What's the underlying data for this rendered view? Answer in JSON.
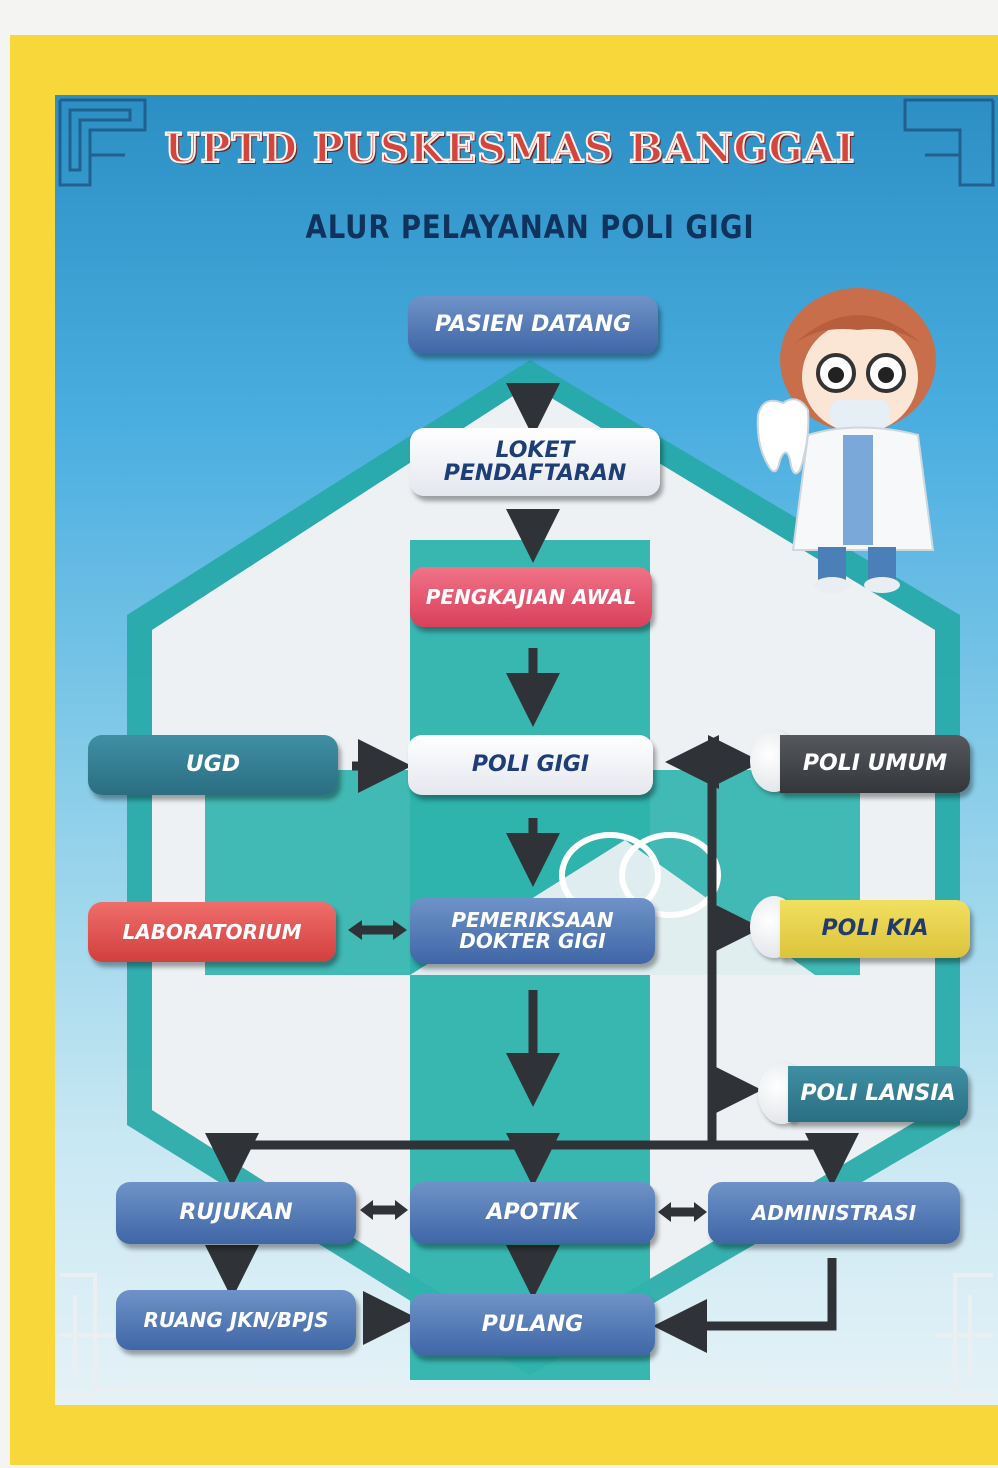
{
  "header": {
    "title": "UPTD PUSKESMAS BANGGAI",
    "subtitle": "ALUR  PELAYANAN  POLI  GIGI"
  },
  "nodes": {
    "pasien_datang": "PASIEN DATANG",
    "loket_line1": "LOKET",
    "loket_line2": "PENDAFTARAN",
    "pengkajian_awal": "PENGKAJIAN AWAL",
    "ugd": "UGD",
    "poli_gigi": "POLI GIGI",
    "poli_umum": "POLI UMUM",
    "laboratorium": "LABORATORIUM",
    "pemeriksaan_line1": "PEMERIKSAAN",
    "pemeriksaan_line2": "DOKTER GIGI",
    "poli_kia": "POLI KIA",
    "poli_lansia": "POLI LANSIA",
    "rujukan": "RUJUKAN",
    "apotik": "APOTIK",
    "administrasi": "ADMINISTRASI",
    "ruang_jkn": "RUANG JKN/BPJS",
    "pulang": "PULANG"
  },
  "colors": {
    "poster_blue": "#2c8fc4",
    "title_red": "#d4463d",
    "node_blue": "#3f66a6",
    "node_red": "#d9405a",
    "node_teal": "#2b6e82",
    "node_dark": "#33363a",
    "node_yellow": "#dcc33b",
    "connector": "#2f3338"
  },
  "illustration": {
    "icon": "dentist-with-tooth-icon"
  }
}
